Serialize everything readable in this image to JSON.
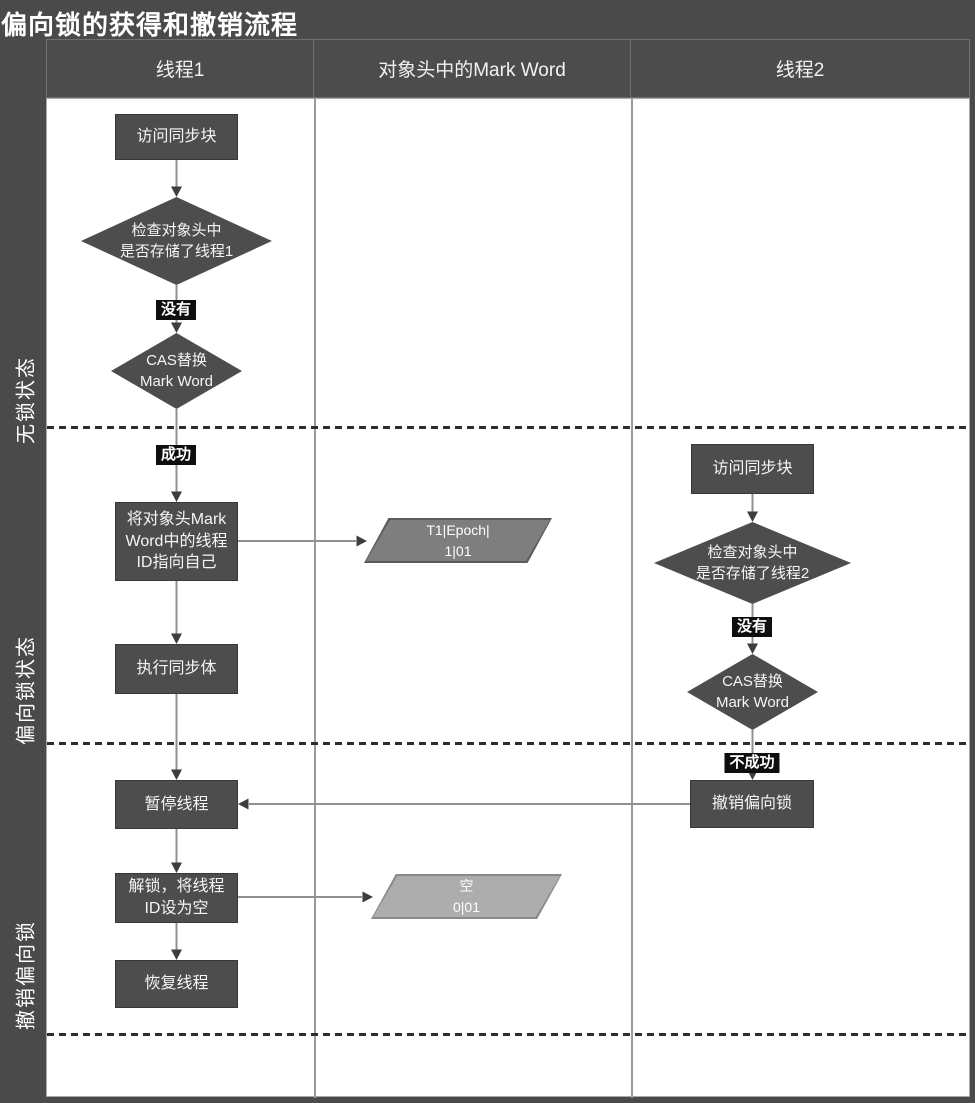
{
  "title": "偏向锁的获得和撤销流程",
  "columns": [
    "线程1",
    "对象头中的Mark Word",
    "线程2"
  ],
  "row_labels": [
    "无锁状态",
    "偏向锁状态",
    "撤销偏向锁"
  ],
  "thread1": {
    "access": "访问同步块",
    "check_line1": "检查对象头中",
    "check_line2": "是否存储了线程1",
    "label_no": "没有",
    "cas_line1": "CAS替换",
    "cas_line2": "Mark Word",
    "label_success": "成功",
    "setid_line1": "将对象头Mark",
    "setid_line2": "Word中的线程",
    "setid_line3": "ID指向自己",
    "exec": "执行同步体",
    "pause": "暂停线程",
    "unlock_line1": "解锁，将线程",
    "unlock_line2": "ID设为空",
    "resume": "恢复线程"
  },
  "markword": {
    "biased_line1": "T1|Epoch|",
    "biased_line2": "1|01",
    "empty_line1": "空",
    "empty_line2": "0|01"
  },
  "thread2": {
    "access": "访问同步块",
    "check_line1": "检查对象头中",
    "check_line2": "是否存储了线程2",
    "label_no": "没有",
    "cas_line1": "CAS替换",
    "cas_line2": "Mark Word",
    "label_fail": "不成功",
    "revoke": "撤销偏向锁"
  },
  "colors": {
    "page_background": "#4a4a4a",
    "node_fill": "#4d4d4d",
    "node_text": "#f5f5f5",
    "lane_background": "#ffffff",
    "lane_divider": "#9a9a9a",
    "dash_line": "#2d2d2d",
    "connector_line": "#909090",
    "arrowhead": "#3d3d3d",
    "tag_background": "#0e0e0e",
    "parallelogram_biased": "#7e7e7e",
    "parallelogram_empty": "#adadad"
  }
}
